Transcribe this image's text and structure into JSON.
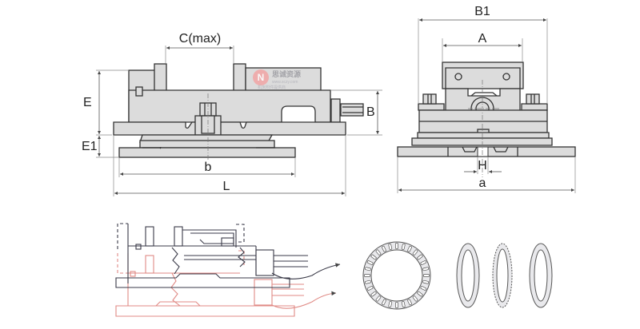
{
  "figure": {
    "title": "Machine vise dimension drawing",
    "colors": {
      "part_fill": "#dcdcdc",
      "outline": "#333333",
      "assembly_dark": "#3a3a48",
      "assembly_red": "#e08a85",
      "watermark_red": "#e86b6b"
    }
  },
  "side_view": {
    "labels": {
      "c_max": "C(max)",
      "e": "E",
      "e1": "E1",
      "b_height": "B",
      "b_base": "b",
      "l": "L"
    }
  },
  "front_view": {
    "labels": {
      "b1": "B1",
      "a_upper": "A",
      "h": "H",
      "a_lower": "a"
    }
  },
  "watermark": {
    "logo": "N",
    "brand": "思诚资源",
    "url": "www.sczy.com",
    "tagline": "机床附件提供商"
  },
  "assembly_view": {
    "description": "Exploded/overlay sectional view showing vise in two positions with spindle arrows"
  },
  "bearing_parts": {
    "items": [
      {
        "name": "needle-thrust-bearing-face"
      },
      {
        "name": "thrust-washer"
      },
      {
        "name": "needle-cage"
      },
      {
        "name": "thrust-washer"
      }
    ]
  }
}
